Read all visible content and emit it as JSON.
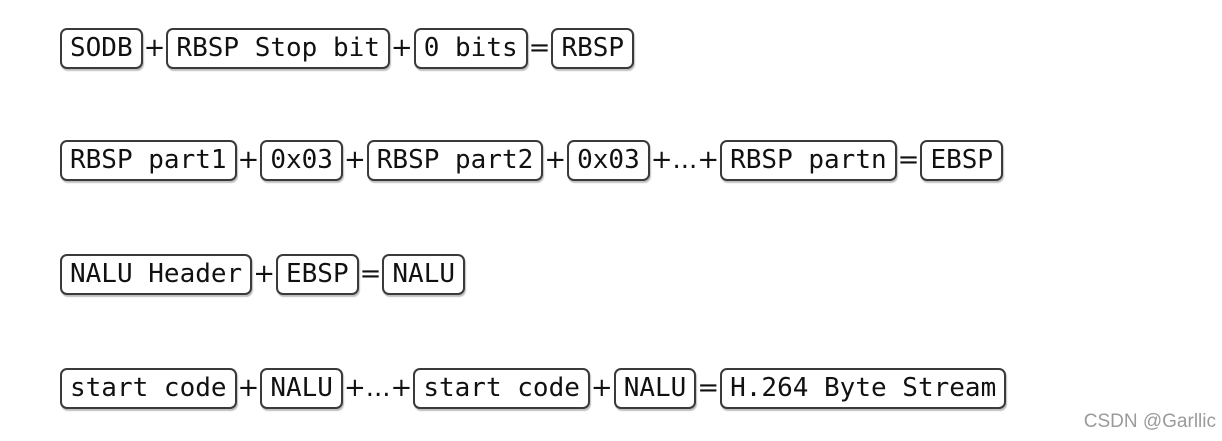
{
  "rows": [
    [
      {
        "t": "box",
        "text": "SODB"
      },
      {
        "t": "op",
        "text": "+"
      },
      {
        "t": "box",
        "text": "RBSP Stop bit"
      },
      {
        "t": "op",
        "text": "+"
      },
      {
        "t": "box",
        "text": "0 bits"
      },
      {
        "t": "op",
        "text": "="
      },
      {
        "t": "box",
        "text": "RBSP"
      }
    ],
    [
      {
        "t": "box",
        "text": "RBSP part1"
      },
      {
        "t": "op",
        "text": "+"
      },
      {
        "t": "box",
        "text": "0x03"
      },
      {
        "t": "op",
        "text": "+"
      },
      {
        "t": "box",
        "text": "RBSP part2"
      },
      {
        "t": "op",
        "text": "+"
      },
      {
        "t": "box",
        "text": "0x03"
      },
      {
        "t": "op",
        "text": "+...+"
      },
      {
        "t": "box",
        "text": "RBSP partn"
      },
      {
        "t": "op",
        "text": "="
      },
      {
        "t": "box",
        "text": "EBSP"
      }
    ],
    [
      {
        "t": "box",
        "text": "NALU Header"
      },
      {
        "t": "op",
        "text": "+"
      },
      {
        "t": "box",
        "text": "EBSP"
      },
      {
        "t": "op",
        "text": "="
      },
      {
        "t": "box",
        "text": "NALU"
      }
    ],
    [
      {
        "t": "box",
        "text": "start code"
      },
      {
        "t": "op",
        "text": "+"
      },
      {
        "t": "box",
        "text": "NALU"
      },
      {
        "t": "op",
        "text": "+...+"
      },
      {
        "t": "box",
        "text": "start code"
      },
      {
        "t": "op",
        "text": "+"
      },
      {
        "t": "box",
        "text": "NALU"
      },
      {
        "t": "op",
        "text": "="
      },
      {
        "t": "box",
        "text": "H.264 Byte Stream"
      }
    ]
  ],
  "watermark": "CSDN @Garllic"
}
